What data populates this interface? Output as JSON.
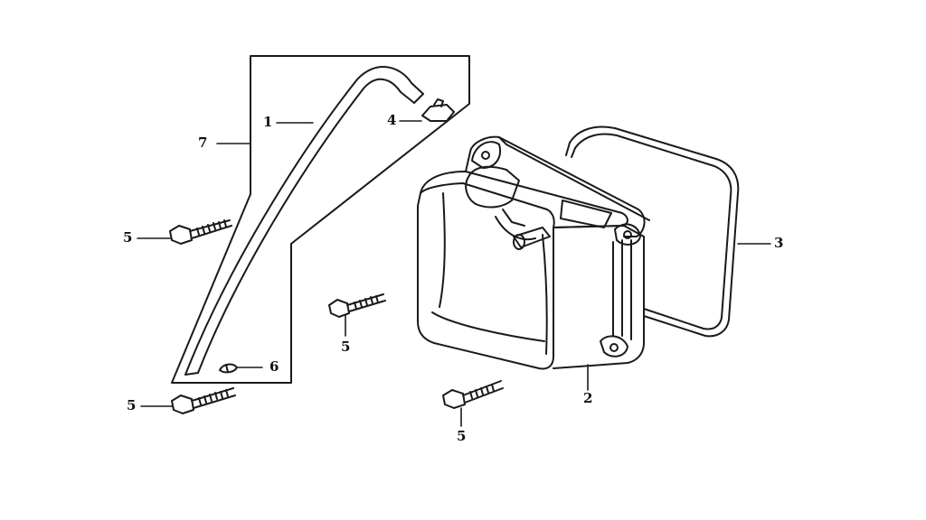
{
  "labels": {
    "l1": "1",
    "l2": "2",
    "l3": "3",
    "l4": "4",
    "l5a": "5",
    "l5b": "5",
    "l5c": "5",
    "l5d": "5",
    "l6": "6",
    "l7": "7"
  },
  "colors": {
    "line": "#1a1a1a",
    "background": "#ffffff"
  }
}
